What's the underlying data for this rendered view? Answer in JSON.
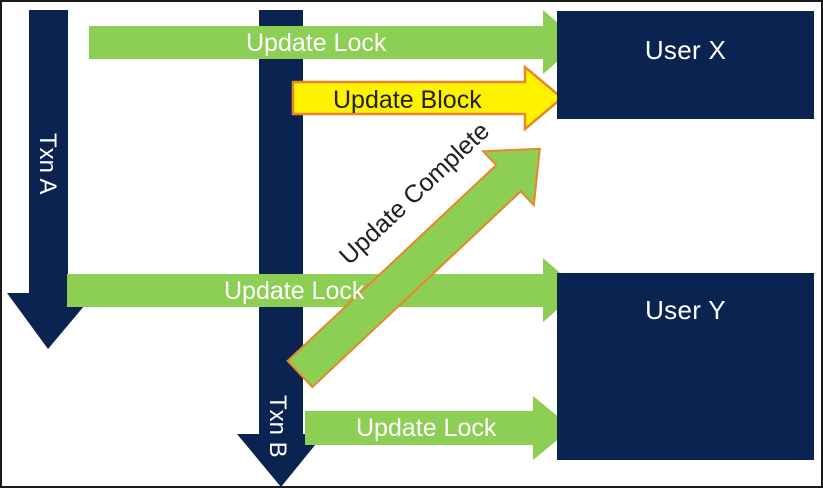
{
  "diagram": {
    "title": "Database transaction locking sequence diagram",
    "type": "sequence-diagram",
    "background_color": "#ffffff",
    "border_color": "#1a1a1a",
    "palette": {
      "navy": "#0a2351",
      "green": "#8DCE54",
      "green_border": "#E8862A",
      "yellow": "#FFF200",
      "yellow_border": "#E8862A",
      "label_white": "#ffffff",
      "label_dark": "#202020"
    }
  },
  "actors": {
    "user_x": {
      "label": "User X"
    },
    "user_y": {
      "label": "User Y"
    }
  },
  "transactions": {
    "txn_a": {
      "label": "Txn A"
    },
    "txn_b": {
      "label": "Txn B"
    }
  },
  "messages": [
    {
      "id": "update-lock-1",
      "label": "Update Lock",
      "color": "green",
      "direction": "right",
      "from": "txn_a",
      "to": "user_x"
    },
    {
      "id": "update-block",
      "label": "Update Block",
      "color": "yellow",
      "direction": "right",
      "from": "txn_b",
      "to": "user_x"
    },
    {
      "id": "update-complete",
      "label": "Update Complete",
      "color": "green",
      "direction": "up-right",
      "from": "txn_b",
      "to": "user_x"
    },
    {
      "id": "update-lock-2",
      "label": "Update Lock",
      "color": "green",
      "direction": "right",
      "from": "txn_a",
      "to": "user_y"
    },
    {
      "id": "update-lock-3",
      "label": "Update Lock",
      "color": "green",
      "direction": "right",
      "from": "txn_b",
      "to": "user_y"
    }
  ]
}
